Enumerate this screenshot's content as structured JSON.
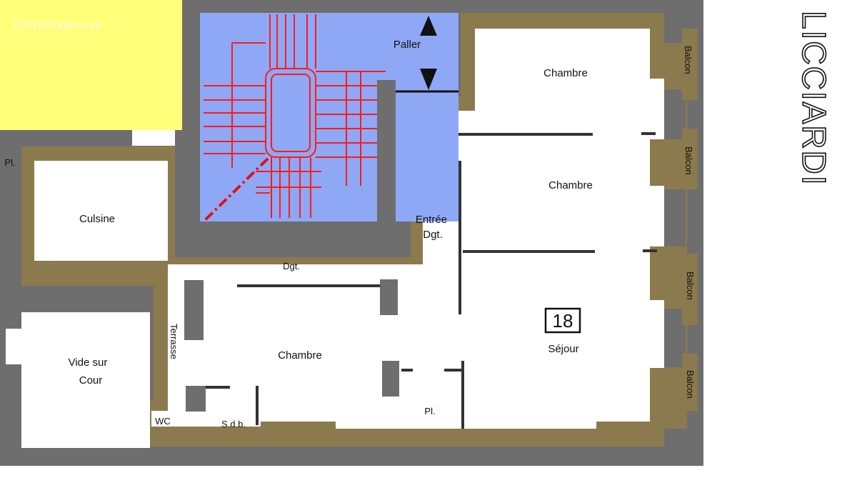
{
  "watermark": "© EtreProprio.com",
  "street_name": "LICCIARDI",
  "apartment_number": "18",
  "rooms": {
    "paller": "Paller",
    "chambre_top": "Chambre",
    "chambre_middle": "Chambre",
    "chambre_bottom": "Chambre",
    "cuisine": "Culsine",
    "vide_sur_cour_line1": "Vide sur",
    "vide_sur_cour_line2": "Cour",
    "entree_line1": "Entrée",
    "entree_line2": "Dgt.",
    "dgt": "Dgt.",
    "sejour": "Séjour",
    "terrasse": "Terrasse",
    "wc": "WC",
    "sdb": "S.d.b.",
    "pl_bottom": "Pl.",
    "pl_left": "Pl."
  },
  "balcons": [
    "Balcon",
    "Balcon",
    "Balcon",
    "Balcon"
  ],
  "colors": {
    "wall_exterior": "#6e6e6e",
    "wall_interior": "#8b7a4e",
    "stair_area": "#8fa8f5",
    "stair_lines": "#ff1a1a",
    "neighbor_yellow": "#ffff7a",
    "floor": "#ffffff"
  }
}
